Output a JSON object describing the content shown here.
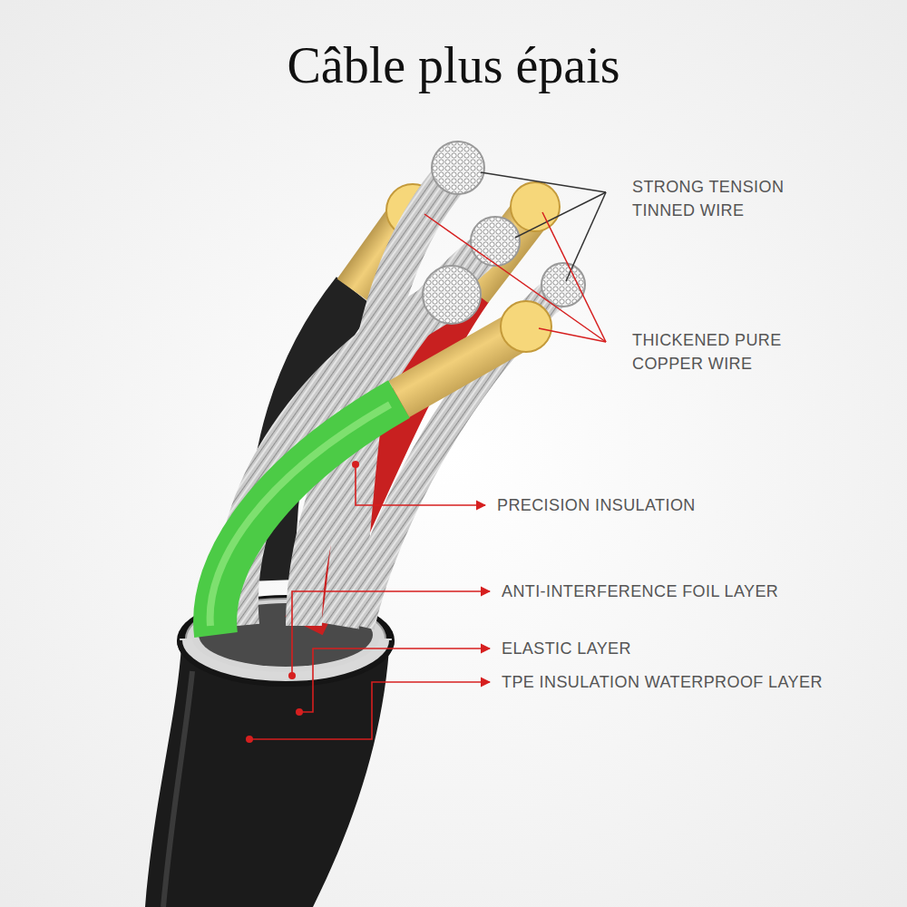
{
  "diagram": {
    "title": "Câble plus épais",
    "labels": [
      "STRONG TENSION TINNED WIRE",
      "THICKENED PURE COPPER WIRE",
      "PRECISION INSULATION",
      "ANTI-INTERFERENCE FOIL LAYER",
      "ELASTIC LAYER",
      "TPE INSULATION WATERPROOF LAYER"
    ]
  }
}
